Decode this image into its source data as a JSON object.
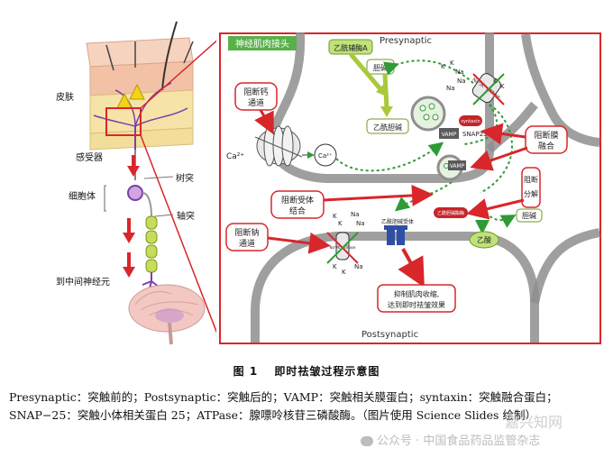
{
  "left_panel": {
    "skin": "皮肤",
    "receptor": "感受器",
    "cell_body": "细胞体",
    "dendrite": "树突",
    "axon": "轴突",
    "to_interneuron": "到中间神经元"
  },
  "main_panel": {
    "header": "神经肌肉接头",
    "presynaptic": "Presynaptic",
    "postsynaptic": "Postsynaptic",
    "acetyl_coa": "乙酰辅酶A",
    "choline": "胆碱",
    "acetylcholine": "乙酰胆碱",
    "block_calcium": [
      "阻断钙",
      "通道"
    ],
    "block_membrane_fusion": [
      "阻断膜",
      "融合"
    ],
    "block_receptor_binding": [
      "阻断受体",
      "结合"
    ],
    "block_breakdown": [
      "阻断",
      "分解"
    ],
    "block_sodium": [
      "阻断钠",
      "通道"
    ],
    "inhibit_contraction": [
      "抑制肌肉收缩,",
      "达到即时祛皱效果"
    ],
    "ca": "Ca²⁺",
    "vamp": "VAMP",
    "snap25": "SNAP25",
    "syntaxin": "syntaxin",
    "nak_atpase": "Na⁺/K⁺ ATPase",
    "achr": "乙酰胆碱受体",
    "ache": "乙酰胆碱酯酶",
    "choline2": "胆碱",
    "acetic_acid": "乙酸",
    "ion_k": "K",
    "ion_na": "Na"
  },
  "figure": {
    "title": "图 1　 即时祛皱过程示意图",
    "caption_line1": "Presynaptic：突触前的；Postsynaptic：突触后的；VAMP：突触相关膜蛋白；syntaxin：突触融合蛋白；",
    "caption_line2": "SNAP−25：突触小体相关蛋白 25；ATPase：腺嘌呤核苷三磷酸酶。（图片使用 Science Slides 绘制）"
  },
  "watermark": {
    "source": "公众号 · 中国食品药品监管杂志",
    "site": "嘉兴知网"
  },
  "colors": {
    "red": "#d8262b",
    "green": "#2e9b35",
    "lime": "#a9c93a",
    "frame": "#d8262b",
    "membrane": "#8e8e8e"
  }
}
